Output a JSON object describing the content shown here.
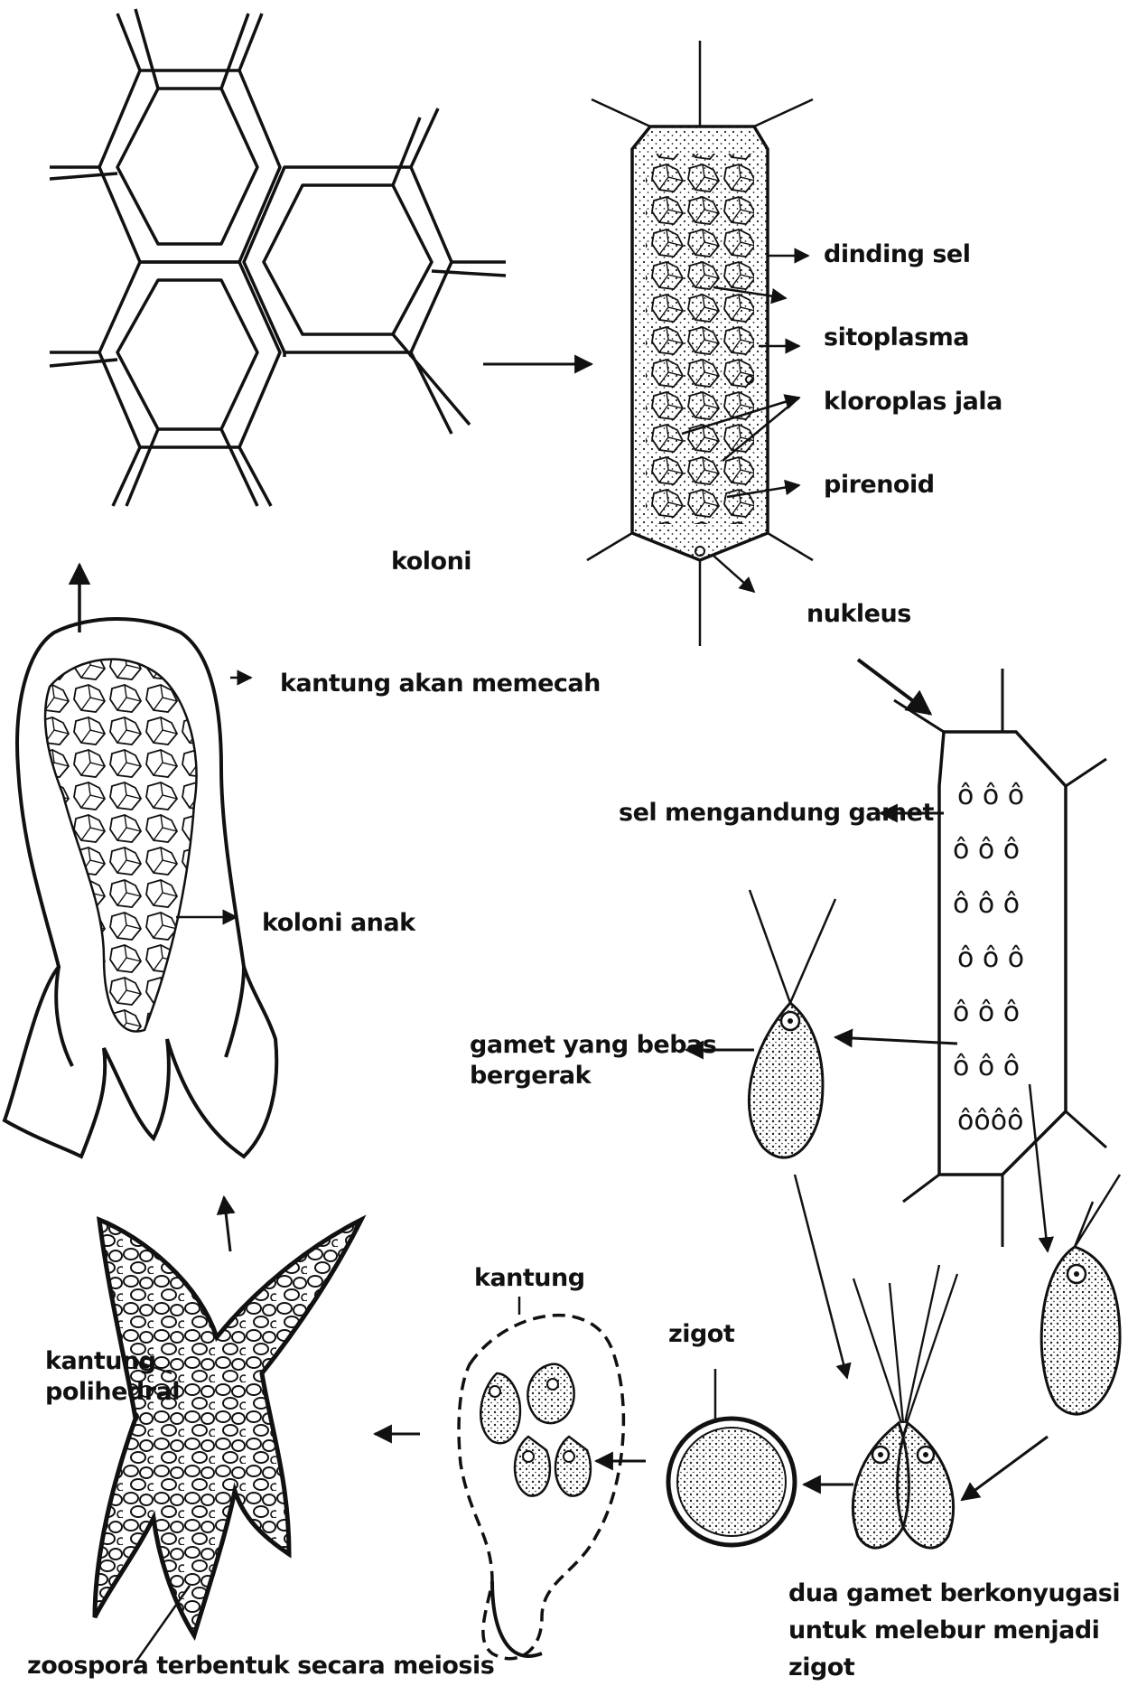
{
  "labels": {
    "koloni": "koloni",
    "dinding_sel": "dinding sel",
    "sitoplasma": "sitoplasma",
    "kloroplas_jala": "kloroplas jala",
    "pirenoid": "pirenoid",
    "nukleus": "nukleus",
    "kantung_akan_memecah": "kantung akan memecah",
    "koloni_anak": "koloni anak",
    "sel_mengandung_gamet": "sel mengandung gamet",
    "gamet_yang_bebas_1": "gamet yang bebas",
    "gamet_yang_bebas_2": "bergerak",
    "kantung": "kantung",
    "zigot": "zigot",
    "kantung_polihedral_1": "kantung",
    "kantung_polihedral_2": "polihedral",
    "dua_gamet_1": "dua gamet berkonyugasi",
    "dua_gamet_2": "untuk melebur menjadi",
    "dua_gamet_3": "zigot",
    "zoospora": "zoospora terbentuk secara meiosis"
  }
}
